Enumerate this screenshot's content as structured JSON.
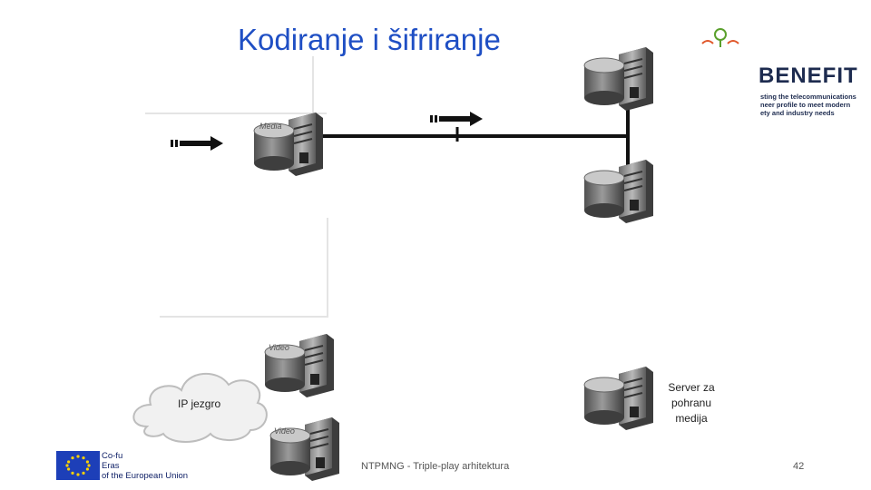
{
  "slide": {
    "title": "Kodiranje i šifriranje",
    "footer": "NTPMNG - Triple-play arhitektura",
    "page_number": "42"
  },
  "diagram": {
    "ip_core_label": "IP jezgro",
    "storage_server_label": "Server za\npohranu\nmedija",
    "media_server_text": "Media",
    "video_server_text": "Video"
  },
  "logos": {
    "benefit_word": "BENEFIT",
    "benefit_tagline": "sting the telecommunications\nneer profile to meet modern\nety and industry needs",
    "eu_text": "Co-fu\nEras\nof the European Union"
  },
  "colors": {
    "title": "#1f4fc4",
    "line": "#111111",
    "server_dark": "#4a4a4a",
    "server_light": "#9c9c9c",
    "eu_blue": "#1d3fb8",
    "eu_star": "#ffd200"
  },
  "icons": {
    "server": "server-icon",
    "cloud": "cloud-icon",
    "arrow": "arrow-right-icon",
    "eu_flag": "eu-flag-icon"
  }
}
